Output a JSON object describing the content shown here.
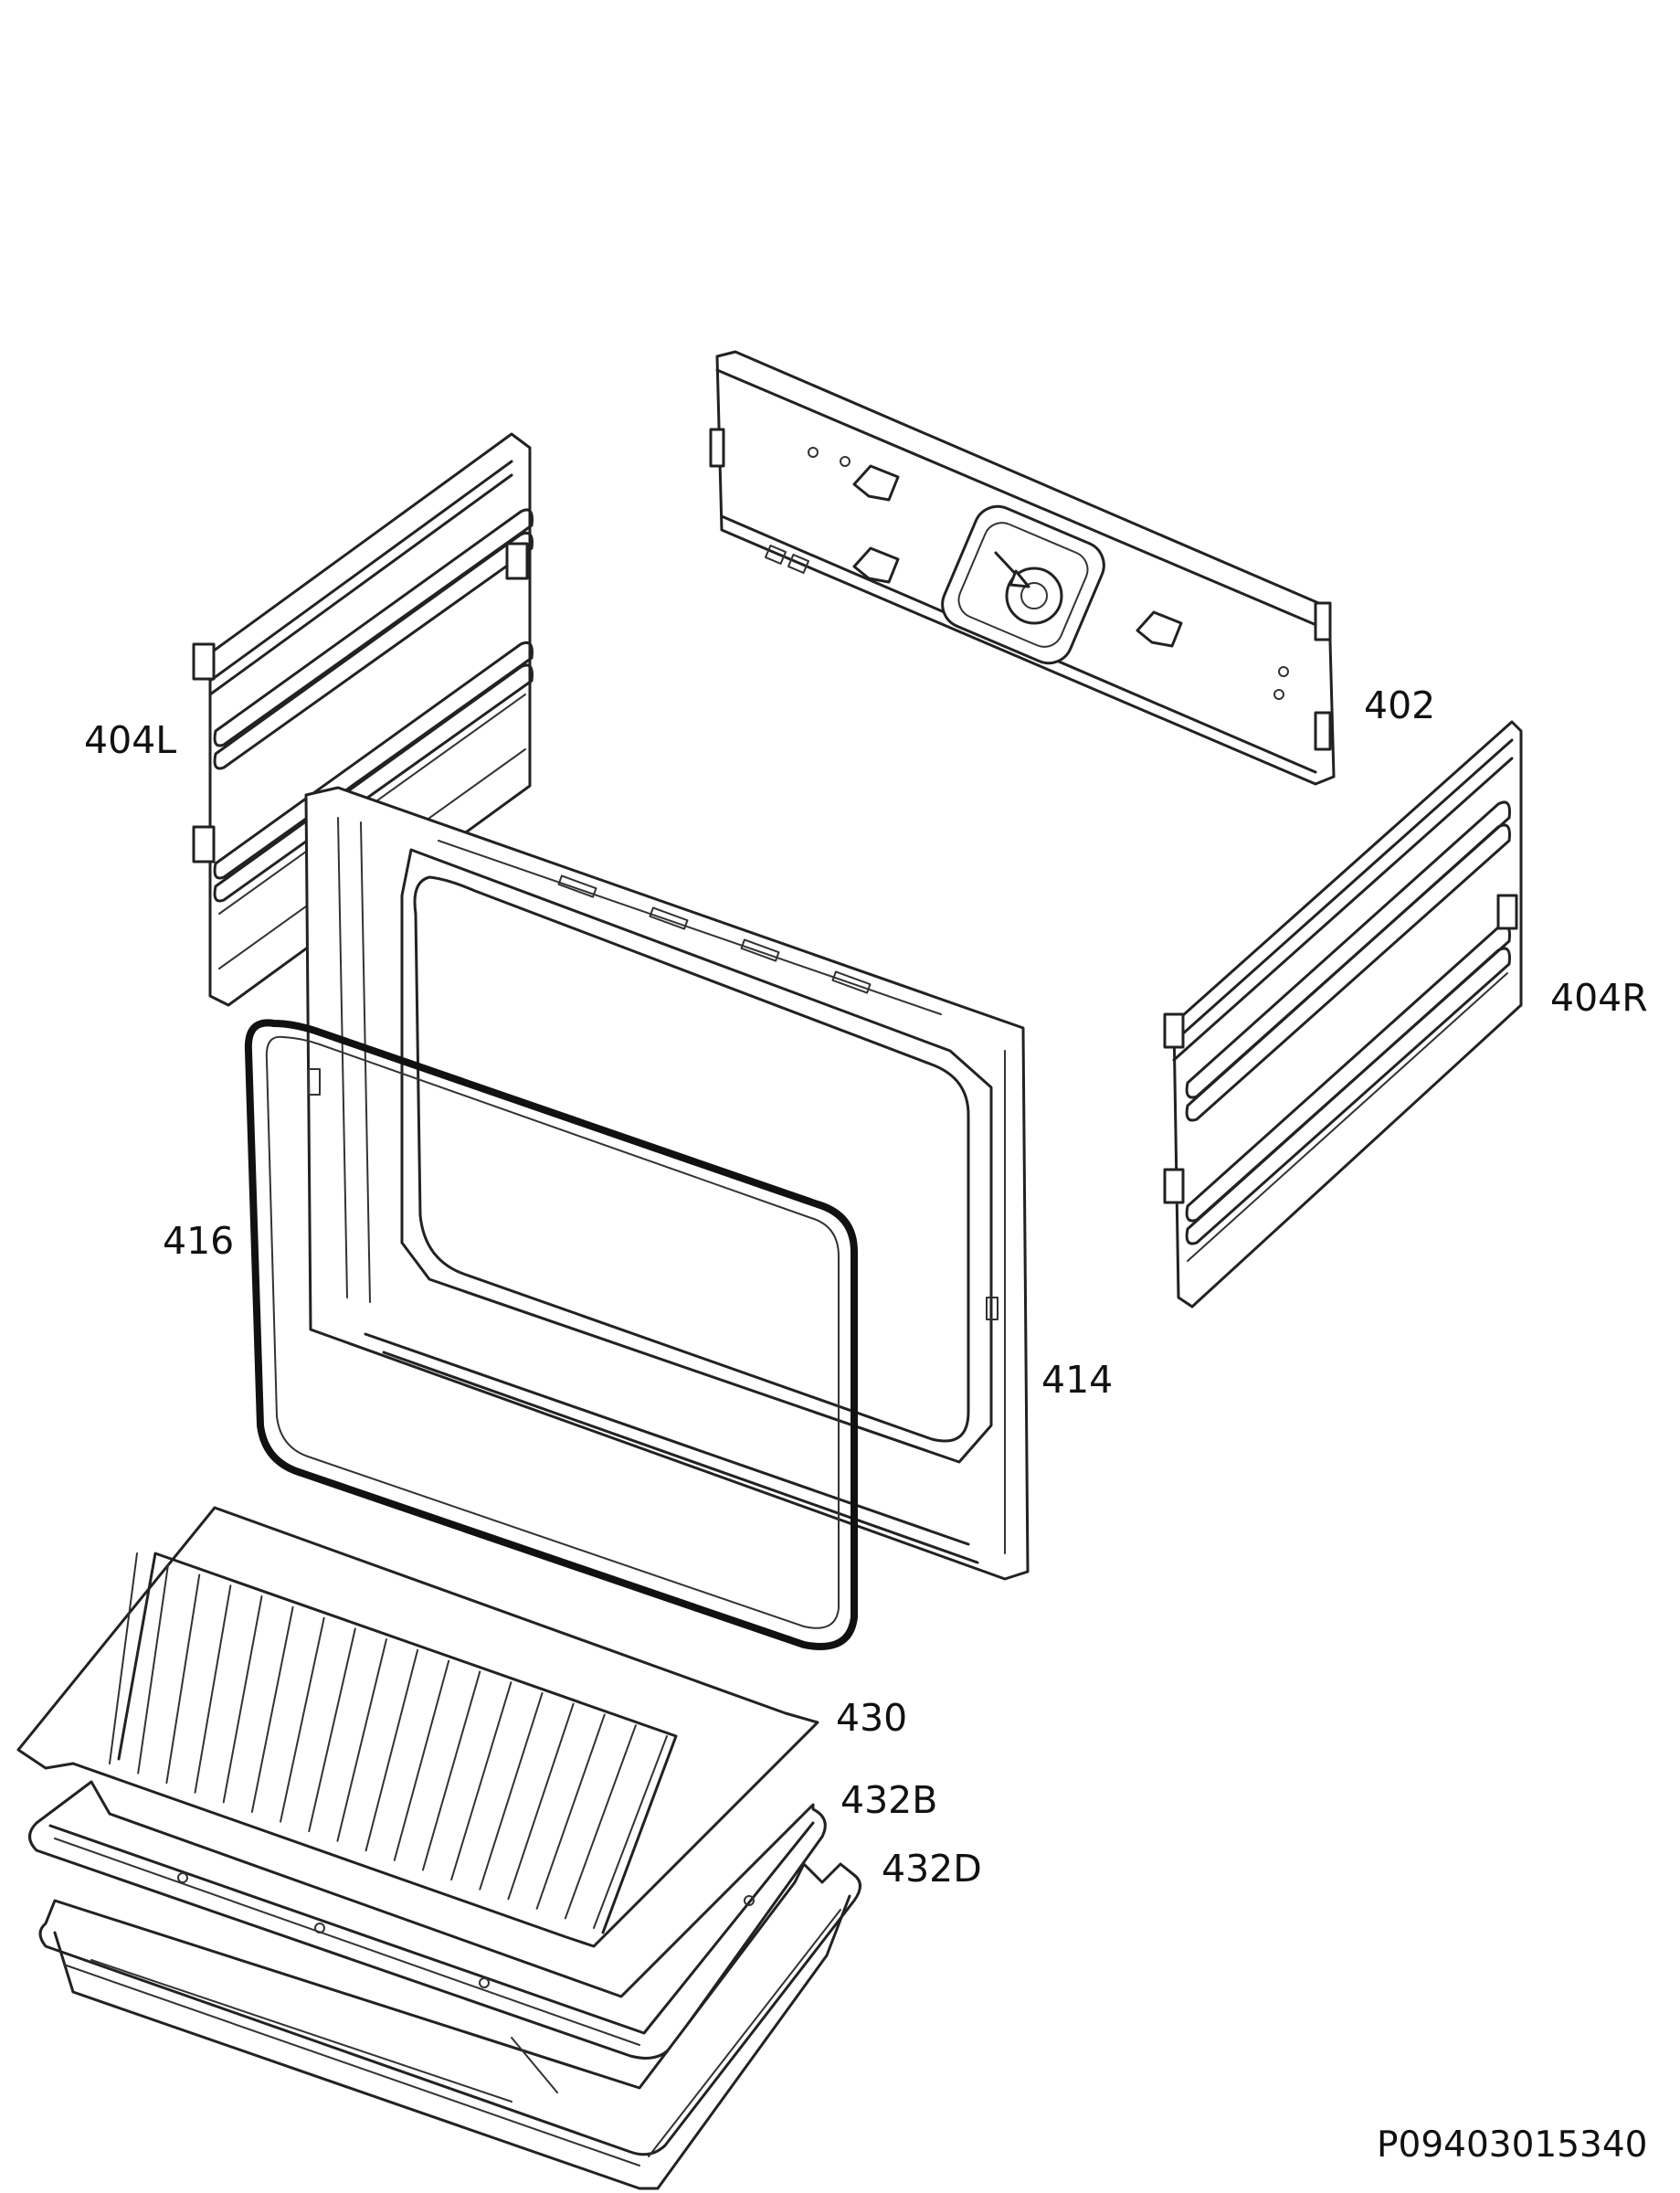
{
  "diagram": {
    "labels": {
      "part_404L": "404L",
      "part_402": "402",
      "part_404R": "404R",
      "part_416": "416",
      "part_414": "414",
      "part_430": "430",
      "part_432B": "432B",
      "part_432D": "432D"
    },
    "document_code": "P09403015340",
    "line_color": "#222222",
    "background_color": "#ffffff"
  }
}
